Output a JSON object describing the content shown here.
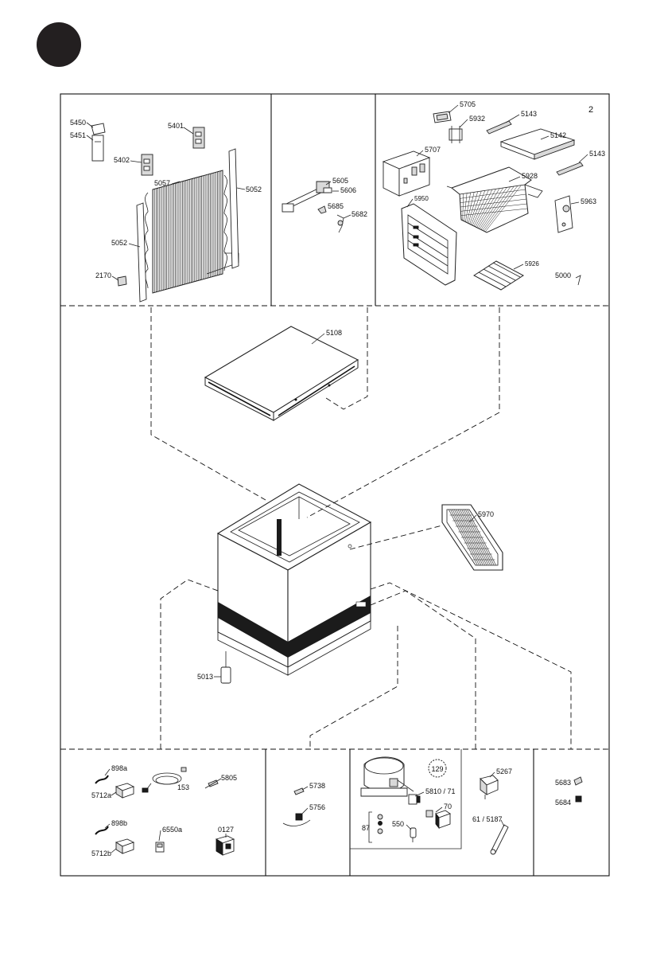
{
  "page": {
    "badge_text": "",
    "page_number": "2"
  },
  "labels": {
    "p5450": "5450",
    "p5451": "5451",
    "p5401": "5401",
    "p5402": "5402",
    "p5057": "5057",
    "p5052a": "5052",
    "p5052b": "5052",
    "p2170": "2170",
    "p5605": "5605",
    "p5606": "5606",
    "p5685": "5685",
    "p5682": "5682",
    "p5705": "5705",
    "p5932": "5932",
    "p5143a": "5143",
    "p5142": "5142",
    "p5143b": "5143",
    "p5707": "5707",
    "p5928": "5928",
    "p5950": "5950",
    "p5963": "5963",
    "p5926": "5926",
    "p5000": "5000",
    "p5108": "5108",
    "p5970": "5970",
    "p5013": "5013",
    "p898a": "898a",
    "p153": "153",
    "p5805": "5805",
    "p5712a": "5712a",
    "p898b": "898b",
    "p6550a": "6550a",
    "p0127": "0127",
    "p5712b": "5712b",
    "p5738": "5738",
    "p5756": "5756",
    "p129": "129",
    "p5810": "5810 / 71",
    "p70": "70",
    "p87": "87",
    "p550": "550",
    "p5267": "5267",
    "p61": "61 / 5187",
    "p5683": "5683",
    "p5684": "5684"
  },
  "colors": {
    "ink": "#111111",
    "paper": "#ffffff",
    "badge": "#231f20",
    "band": "#1b1b1b"
  }
}
